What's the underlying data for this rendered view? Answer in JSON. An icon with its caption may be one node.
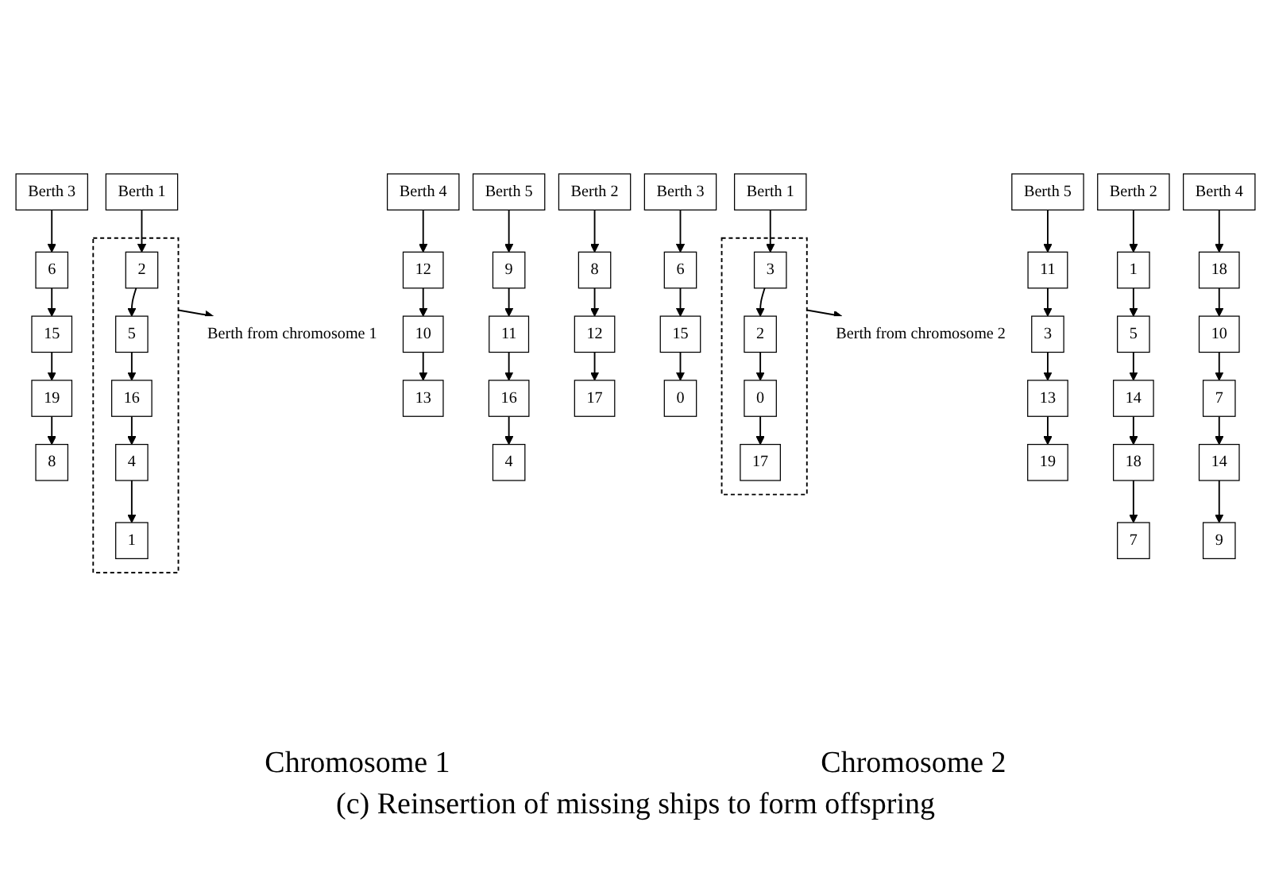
{
  "diagram": {
    "caption": "(c) Reinsertion of missing ships to form offspring",
    "nodes": [
      {
        "text": [
          "Berth 1"
        ]
      },
      {
        "text": [
          "Berth 2"
        ]
      },
      {
        "text": [
          "Berth 3"
        ]
      },
      {
        "text": [
          "Berth 4"
        ]
      },
      {
        "text": [
          "Berth 5"
        ]
      },
      {
        "text": [],
        "shape": "box"
      },
      {
        "text": [
          "3"
        ],
        "in": 5
      },
      {
        "text": [
          "2"
        ],
        "in": 5
      },
      {
        "text": [
          "0"
        ],
        "in": 5
      },
      {
        "text": [
          "17"
        ],
        "in": 5
      },
      {
        "text": [
          "1"
        ]
      },
      {
        "text": [
          "5"
        ]
      },
      {
        "text": [
          "14"
        ]
      },
      {
        "text": [
          "18"
        ]
      },
      {
        "text": [
          "7"
        ]
      },
      {
        "text": [
          "6"
        ]
      },
      {
        "text": [
          "15"
        ]
      },
      {
        "text": [
          "19"
        ]
      },
      {
        "text": [
          "8"
        ]
      },
      {
        "text": [
          "12"
        ]
      },
      {
        "text": [
          "10"
        ]
      },
      {
        "text": [
          "13"
        ]
      },
      {
        "text": [
          "9"
        ]
      },
      {
        "text": [
          "11"
        ]
      },
      {
        "text": [
          "16"
        ]
      },
      {
        "text": [
          "4"
        ]
      },
      {
        "text": [
          "Berth from chromosome 2"
        ]
      },
      {
        "text": [
          "Berth 1"
        ]
      },
      {
        "text": [
          "Berth 2"
        ]
      },
      {
        "text": [
          "Berth 3"
        ]
      },
      {
        "text": [
          "Berth 4"
        ]
      },
      {
        "text": [
          "Berth 5"
        ]
      },
      {
        "text": [],
        "shape": "box"
      },
      {
        "text": [
          "2"
        ],
        "in": 32
      },
      {
        "text": [
          "5"
        ],
        "in": 32
      },
      {
        "text": [
          "16"
        ],
        "in": 32
      },
      {
        "text": [
          "4"
        ],
        "in": 32
      },
      {
        "text": [
          "1"
        ],
        "in": 32
      },
      {
        "text": [
          "8"
        ]
      },
      {
        "text": [
          "12"
        ]
      },
      {
        "text": [
          "17"
        ]
      },
      {
        "text": [
          "6"
        ]
      },
      {
        "text": [
          "15"
        ]
      },
      {
        "text": [
          "0"
        ]
      },
      {
        "text": [
          "18"
        ]
      },
      {
        "text": [
          "10"
        ]
      },
      {
        "text": [
          "7"
        ]
      },
      {
        "text": [
          "14"
        ]
      },
      {
        "text": [
          "9"
        ]
      },
      {
        "text": [
          "11"
        ]
      },
      {
        "text": [
          "3"
        ]
      },
      {
        "text": [
          "13"
        ]
      },
      {
        "text": [
          "19"
        ]
      },
      {
        "text": [
          "Berth from chromosome 1"
        ]
      }
    ],
    "edges": [
      {
        "from": 0,
        "to": 6,
        "arrow": "to"
      },
      {
        "from": 6,
        "to": 7,
        "arrow": "to"
      },
      {
        "from": 7,
        "to": 8,
        "arrow": "to"
      },
      {
        "from": 8,
        "to": 9,
        "arrow": "to"
      },
      {
        "from": 1,
        "to": 10,
        "arrow": "to"
      },
      {
        "from": 10,
        "to": 11,
        "arrow": "to"
      },
      {
        "from": 11,
        "to": 12,
        "arrow": "to"
      },
      {
        "from": 12,
        "to": 13,
        "arrow": "to"
      },
      {
        "from": 13,
        "to": 14,
        "arrow": "to"
      },
      {
        "from": 2,
        "to": 15,
        "arrow": "to"
      },
      {
        "from": 15,
        "to": 16,
        "arrow": "to"
      },
      {
        "from": 16,
        "to": 17,
        "arrow": "to"
      },
      {
        "from": 17,
        "to": 18,
        "arrow": "to"
      },
      {
        "from": 3,
        "to": 19,
        "arrow": "to"
      },
      {
        "from": 19,
        "to": 20,
        "arrow": "to"
      },
      {
        "from": 20,
        "to": 21,
        "arrow": "to"
      },
      {
        "from": 4,
        "to": 22,
        "arrow": "to"
      },
      {
        "from": 22,
        "to": 23,
        "arrow": "to"
      },
      {
        "from": 23,
        "to": 24,
        "arrow": "to"
      },
      {
        "from": 24,
        "to": 25,
        "arrow": "to"
      },
      {
        "from": 5,
        "to": 26,
        "arrow": "to"
      },
      {
        "from": 27,
        "to": 33,
        "arrow": "to"
      },
      {
        "from": 33,
        "to": 34,
        "arrow": "to"
      },
      {
        "from": 34,
        "to": 35,
        "arrow": "to"
      },
      {
        "from": 35,
        "to": 36,
        "arrow": "to"
      },
      {
        "from": 36,
        "to": 37,
        "arrow": "to"
      },
      {
        "from": 28,
        "to": 38,
        "arrow": "to"
      },
      {
        "from": 38,
        "to": 39,
        "arrow": "to"
      },
      {
        "from": 39,
        "to": 40,
        "arrow": "to"
      },
      {
        "from": 29,
        "to": 41,
        "arrow": "to"
      },
      {
        "from": 41,
        "to": 42,
        "arrow": "to"
      },
      {
        "from": 42,
        "to": 43,
        "arrow": "to"
      },
      {
        "from": 30,
        "to": 44,
        "arrow": "to"
      },
      {
        "from": 44,
        "to": 45,
        "arrow": "to"
      },
      {
        "from": 45,
        "to": 46,
        "arrow": "to"
      },
      {
        "from": 46,
        "to": 47,
        "arrow": "to"
      },
      {
        "from": 47,
        "to": 48,
        "arrow": "to"
      },
      {
        "from": 31,
        "to": 49,
        "arrow": "to"
      },
      {
        "from": 49,
        "to": 50,
        "arrow": "to"
      },
      {
        "from": 50,
        "to": 51,
        "arrow": "to"
      },
      {
        "from": 51,
        "to": 52,
        "arrow": "to"
      },
      {
        "from": 32,
        "to": 53,
        "arrow": "to"
      }
    ],
    "labels": [
      "Chromosome 1",
      "Chromosome 2"
    ]
  }
}
